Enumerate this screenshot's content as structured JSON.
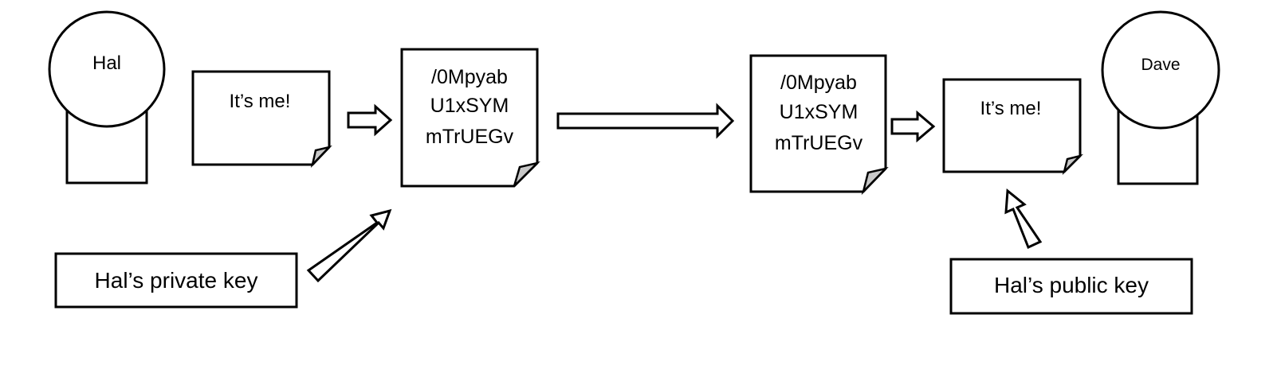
{
  "sender": {
    "name": "Hal"
  },
  "receiver": {
    "name": "Dave"
  },
  "plaintext_note": {
    "text": "It’s me!"
  },
  "ciphertext_note": {
    "lines": [
      "/0Mpyab",
      "U1xSYM",
      "mTrUEGv"
    ]
  },
  "decrypted_note": {
    "text": "It’s me!"
  },
  "received_cipher_note": {
    "lines": [
      "/0Mpyab",
      "U1xSYM",
      "mTrUEGv"
    ]
  },
  "private_key": {
    "label": "Hal’s private key"
  },
  "public_key": {
    "label": "Hal’s public key"
  }
}
